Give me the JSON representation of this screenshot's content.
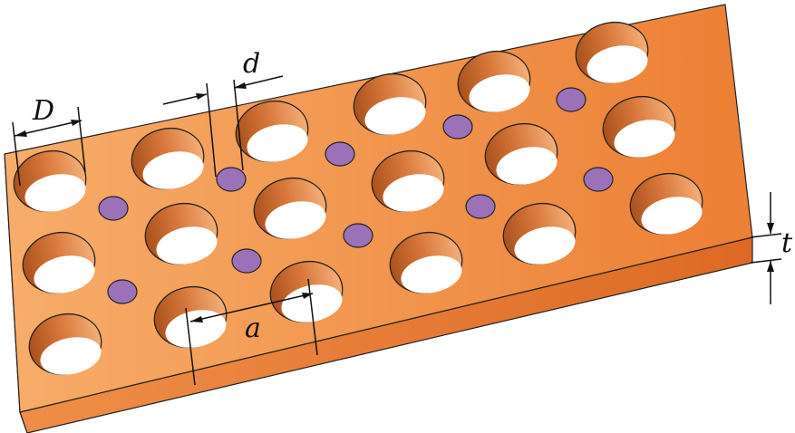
{
  "labels": {
    "big_hole_diameter": "D",
    "small_hole_diameter": "d",
    "pitch": "a",
    "thickness": "t"
  },
  "colors": {
    "plate_light": "#f7ad6a",
    "plate_dark": "#ec7f34",
    "side_face": "#e0702a",
    "small_hole": "#9b72b8",
    "hole_wall_dark": "#a9501c",
    "hole_wall_light": "#f4b07a"
  }
}
